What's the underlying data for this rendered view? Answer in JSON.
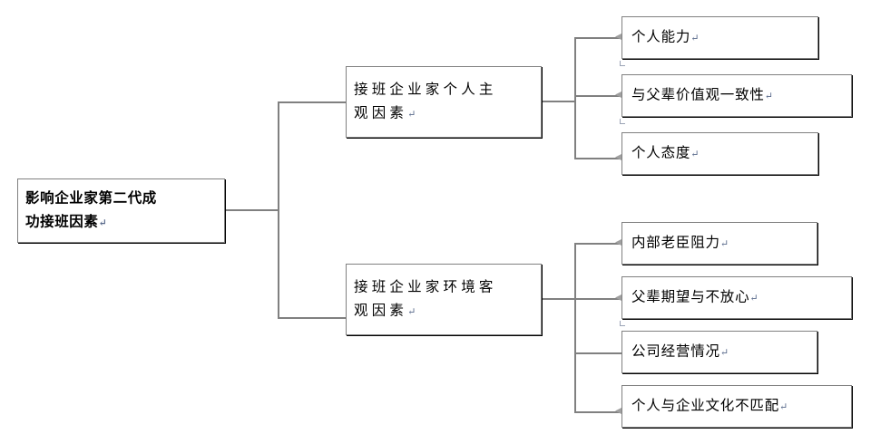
{
  "diagram": {
    "title": "影响企业家第二代成功接班因素",
    "type": "tree-diagram",
    "orientation": "left-to-right",
    "line_color": "#808080",
    "box_border_color": "#808080",
    "text_color": "#000000",
    "background": "#ffffff",
    "paragraph_mark": "↵",
    "root": {
      "label": "影响企业家第二代成\n功接班因素",
      "bold": true
    },
    "branches": [
      {
        "label": "接班企业家个人主\n观因素",
        "children": [
          {
            "label": "个人能力"
          },
          {
            "label": "与父辈价值观一致性"
          },
          {
            "label": "个人态度"
          }
        ]
      },
      {
        "label": "接班企业家环境客\n观因素",
        "children": [
          {
            "label": "内部老臣阻力"
          },
          {
            "label": "父辈期望与不放心"
          },
          {
            "label": "公司经营情况"
          },
          {
            "label": "个人与企业文化不匹配"
          }
        ]
      }
    ]
  }
}
